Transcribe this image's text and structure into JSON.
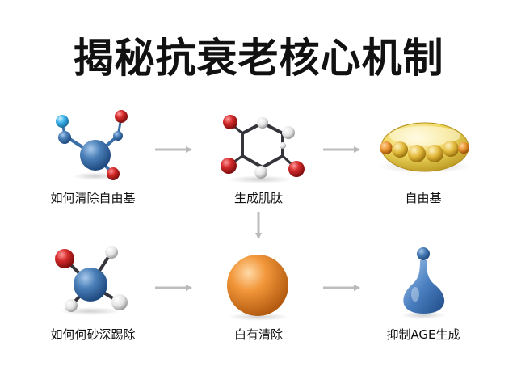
{
  "title": "揭秘抗衰老核心机制",
  "nodes": [
    {
      "label": "如何清除自由基",
      "icon": "molecule-water-like-icon"
    },
    {
      "label": "生成肌肽",
      "icon": "hexagon-ring-molecule-icon"
    },
    {
      "label": "自由基",
      "icon": "golden-capsule-icon"
    },
    {
      "label": "如何何砂深踢除",
      "icon": "tetrahedral-molecule-icon"
    },
    {
      "label": "白有清除",
      "icon": "orange-sphere-icon"
    },
    {
      "label": "抑制AGE生成",
      "icon": "blue-droplet-icon"
    }
  ],
  "colors": {
    "blue_atom": "#3f72aa",
    "red_atom": "#d42a2a",
    "white_atom": "#e8e8e8",
    "cyan_atom": "#39aee8",
    "arrow": "#b9b9b9",
    "orange": "#ef8f2a",
    "gold": "#e8c84a"
  }
}
